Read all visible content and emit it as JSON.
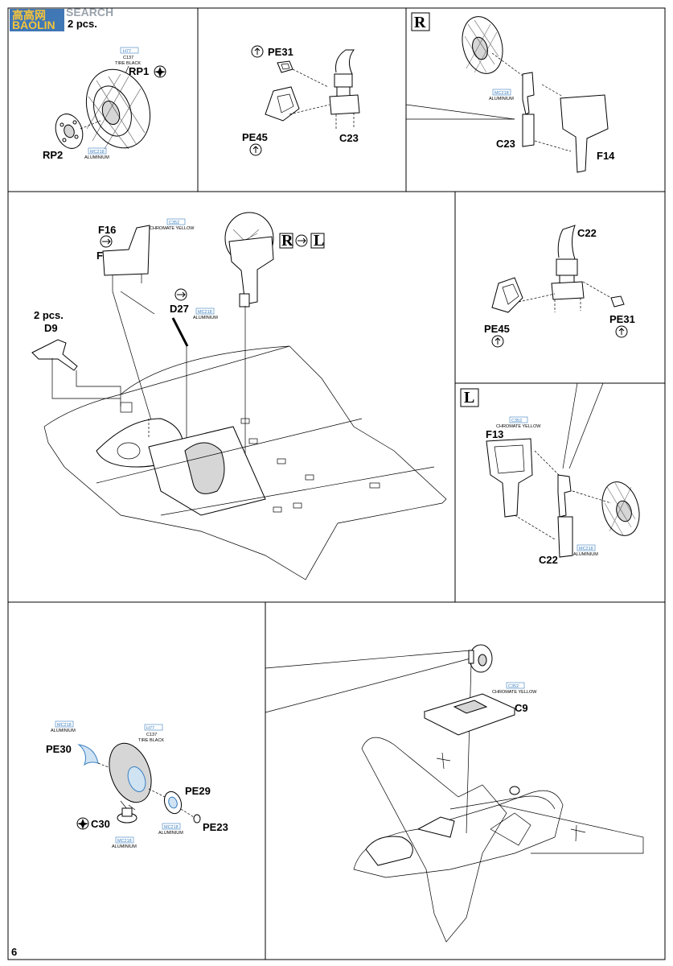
{
  "watermark": {
    "top_text": "SEARCH",
    "badge_text": "BAOLIN"
  },
  "page_number": "6",
  "panel1": {
    "qty": "2 pcs.",
    "rp1": "RP1",
    "rp2": "RP2",
    "tire_code": "H77",
    "tire_code2": "C137",
    "tire_name": "TIRE BLACK",
    "hub_code": "MC218",
    "hub_name": "ALUMINIUM"
  },
  "panel2": {
    "pe31": "PE31",
    "pe45": "PE45",
    "c23": "C23"
  },
  "panel3": {
    "side": "R",
    "c23": "C23",
    "f14": "F14",
    "hub_code": "MC218",
    "hub_name": "ALUMINIUM"
  },
  "panel4": {
    "f16": "F16",
    "f15": "F15",
    "d27": "D27",
    "qty": "2 pcs.",
    "d9": "D9",
    "c352": "C352",
    "yellow": "CHROMATE YELLOW",
    "mc218": "MC218",
    "alu": "ALUMINIUM",
    "side_r": "R",
    "side_l": "L"
  },
  "panel5": {
    "c22": "C22",
    "pe45": "PE45",
    "pe31": "PE31"
  },
  "panel6": {
    "side": "L",
    "f13": "F13",
    "c22": "C22",
    "c352": "C352",
    "yellow": "CHROMATE YELLOW",
    "mc218": "MC218",
    "alu": "ALUMINIUM"
  },
  "panel7": {
    "pe30": "PE30",
    "pe29": "PE29",
    "pe23": "PE23",
    "c30": "C30",
    "mc218_a": "MC218",
    "alu_a": "ALUMINIUM",
    "h77": "H77",
    "c137": "C137",
    "tire": "TIRE BLACK",
    "mc218_b": "MC218",
    "alu_b": "ALUMINIUM",
    "mc218_c": "MC218",
    "alu_c": "ALUMINIUM"
  },
  "panel8": {
    "c9": "C9",
    "c352": "C352",
    "yellow": "CHROMATE YELLOW"
  },
  "colors": {
    "callout_blue": "#3a7fc0",
    "frame": "#000000"
  }
}
